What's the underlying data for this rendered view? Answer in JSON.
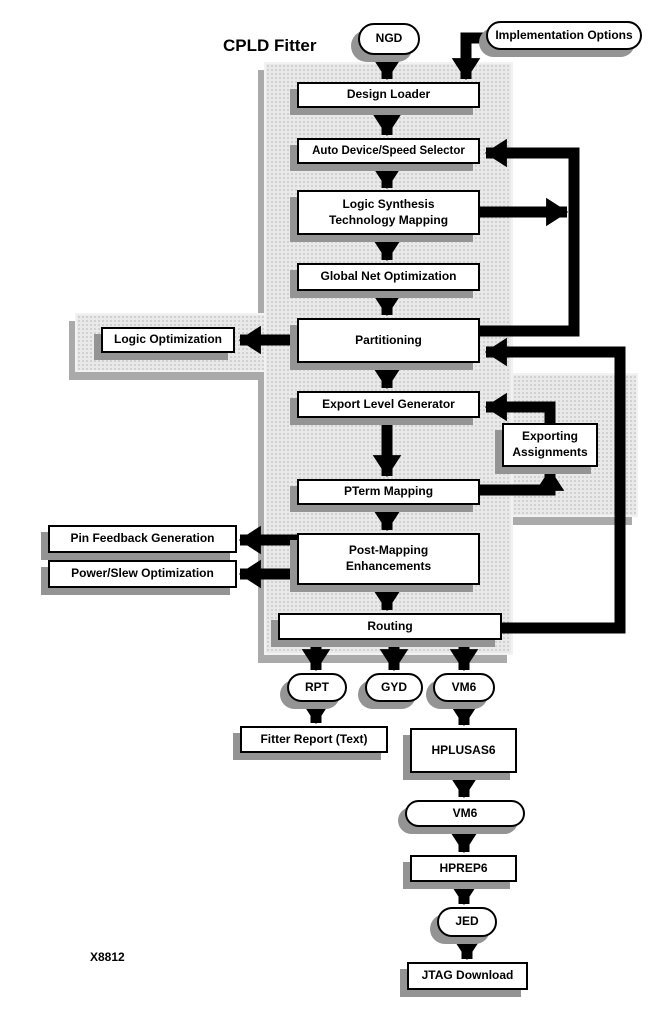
{
  "title": "CPLD Fitter",
  "figure_number": "X8812",
  "nodes": {
    "ngd": "NGD",
    "implementation_options": "Implementation Options",
    "design_loader": "Design Loader",
    "auto_selector": "Auto Device/Speed Selector",
    "logic_synthesis": "Logic Synthesis\nTechnology Mapping",
    "global_net": "Global Net Optimization",
    "partitioning": "Partitioning",
    "logic_optimization": "Logic Optimization",
    "export_level": "Export Level Generator",
    "exporting_assignments": "Exporting\nAssignments",
    "pterm_mapping": "PTerm Mapping",
    "pin_feedback": "Pin Feedback Generation",
    "power_slew": "Power/Slew Optimization",
    "post_mapping": "Post-Mapping\nEnhancements",
    "routing": "Routing",
    "rpt": "RPT",
    "gyd": "GYD",
    "vm6_out": "VM6",
    "fitter_report": "Fitter Report (Text)",
    "hplusas6": "HPLUSAS6",
    "vm6_file": "VM6",
    "hprep6": "HPREP6",
    "jed": "JED",
    "jtag_download": "JTAG Download"
  },
  "edges": [
    "NGD -> Design Loader",
    "Implementation Options -> Design Loader",
    "Design Loader -> Auto Device/Speed Selector",
    "Auto Device/Speed Selector -> Logic Synthesis Technology Mapping",
    "Logic Synthesis Technology Mapping -> Global Net Optimization",
    "Logic Synthesis Technology Mapping -> feedback to Auto Device/Speed Selector",
    "Global Net Optimization -> Partitioning",
    "Partitioning -> Logic Optimization",
    "Partitioning -> feedback to Auto Device/Speed Selector",
    "Partitioning -> Export Level Generator",
    "Export Level Generator -> PTerm Mapping",
    "PTerm Mapping -> Exporting Assignments",
    "Exporting Assignments -> Export Level Generator",
    "PTerm Mapping -> Post-Mapping Enhancements",
    "Post-Mapping Enhancements -> Pin Feedback Generation",
    "Post-Mapping Enhancements -> Power/Slew Optimization",
    "Post-Mapping Enhancements -> Routing",
    "Routing -> feedback to Partitioning",
    "Routing -> RPT",
    "Routing -> GYD",
    "Routing -> VM6",
    "RPT -> Fitter Report (Text)",
    "VM6 -> HPLUSAS6",
    "HPLUSAS6 -> VM6",
    "VM6 -> HPREP6",
    "HPREP6 -> JED",
    "JED -> JTAG Download"
  ],
  "colors": {
    "arrow": "#000000",
    "node_fill": "#ffffff",
    "node_border": "#000000",
    "node_shadow": "#949494",
    "region_fill": "#e9e9e9",
    "region_dot": "#c9c9c9",
    "region_shadow": "#aaaaaa"
  }
}
